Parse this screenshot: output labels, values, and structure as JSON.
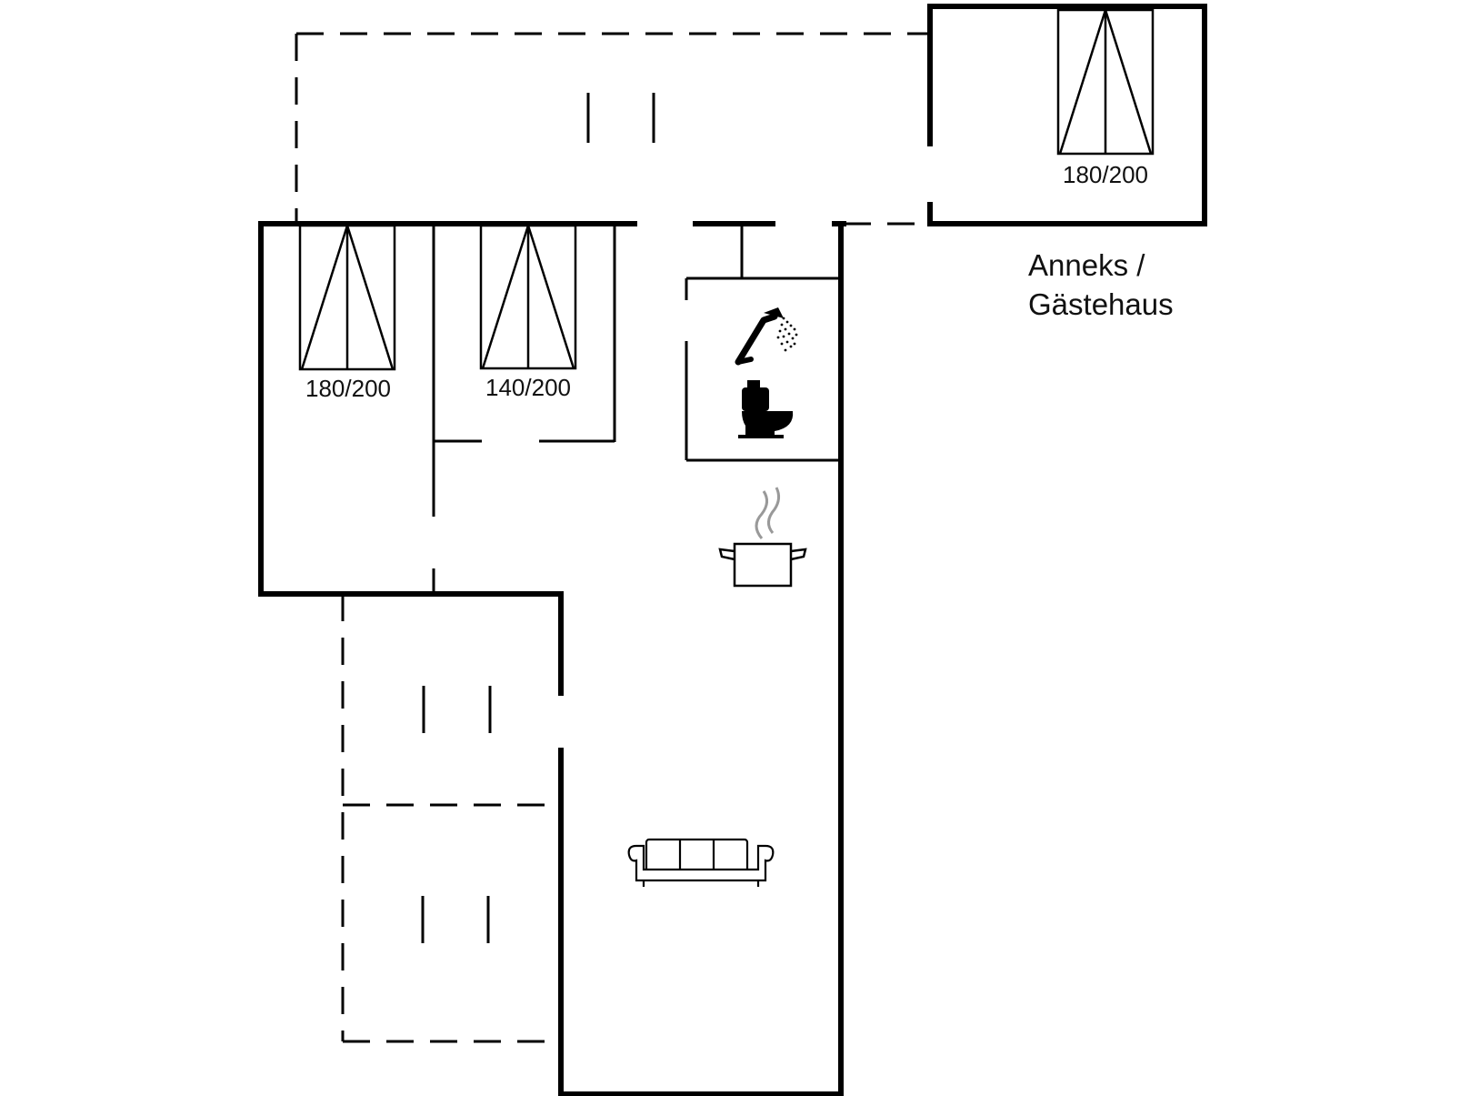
{
  "beds": [
    {
      "id": "bed-1",
      "size": "180/200"
    },
    {
      "id": "bed-2",
      "size": "140/200"
    },
    {
      "id": "bed-annex",
      "size": "180/200"
    }
  ],
  "annex_label": {
    "line1": "Anneks /",
    "line2": "Gästehaus"
  },
  "icons": [
    {
      "name": "shower-icon"
    },
    {
      "name": "toilet-icon"
    },
    {
      "name": "cooking-pot-icon"
    },
    {
      "name": "sofa-icon"
    }
  ],
  "colors": {
    "line": "#000000",
    "background": "#ffffff"
  }
}
